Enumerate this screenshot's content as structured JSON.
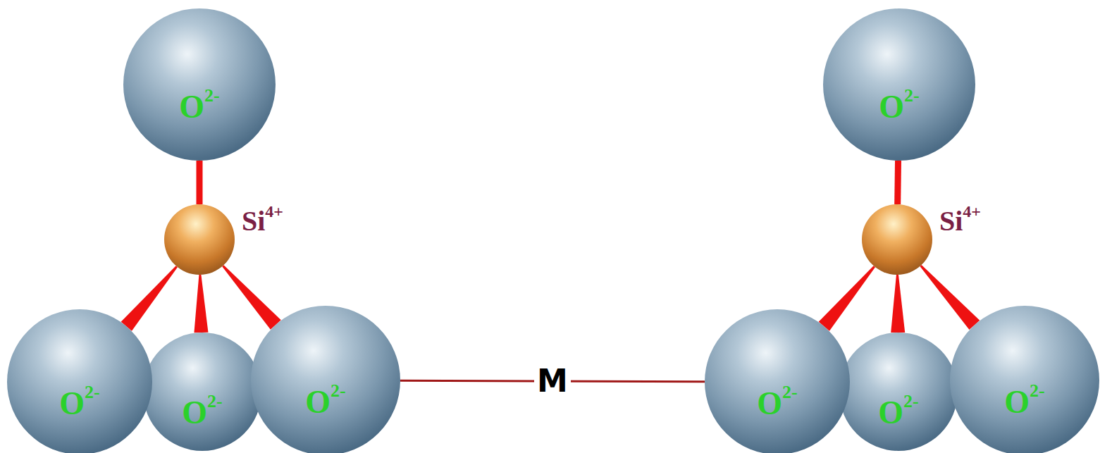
{
  "diagram": {
    "nodes": [
      {
        "text": [
          "O",
          "2-"
        ]
      },
      {
        "text": [
          "Si",
          "4+"
        ]
      },
      {
        "text": [
          "O",
          "2-"
        ]
      },
      {
        "text": [
          "O",
          "2-"
        ]
      },
      {
        "text": [
          "O",
          "2-"
        ]
      },
      {
        "text": [
          "O",
          "2-"
        ]
      },
      {
        "text": [
          "Si",
          "4+"
        ]
      },
      {
        "text": [
          "O",
          "2-"
        ]
      },
      {
        "text": [
          "O",
          "2-"
        ]
      },
      {
        "text": [
          "O",
          "2-"
        ]
      }
    ],
    "edges": [
      {
        "from": 1,
        "to": 0,
        "arrow": "none"
      },
      {
        "from": 1,
        "to": 2,
        "arrow": "none"
      },
      {
        "from": 1,
        "to": 3,
        "arrow": "none"
      },
      {
        "from": 1,
        "to": 4,
        "arrow": "none"
      },
      {
        "from": 4,
        "to": 7,
        "label": "M",
        "arrow": "none"
      },
      {
        "from": 6,
        "to": 5,
        "arrow": "none"
      },
      {
        "from": 6,
        "to": 7,
        "arrow": "none"
      },
      {
        "from": 6,
        "to": 8,
        "arrow": "none"
      },
      {
        "from": 6,
        "to": 9,
        "arrow": "none"
      }
    ]
  }
}
